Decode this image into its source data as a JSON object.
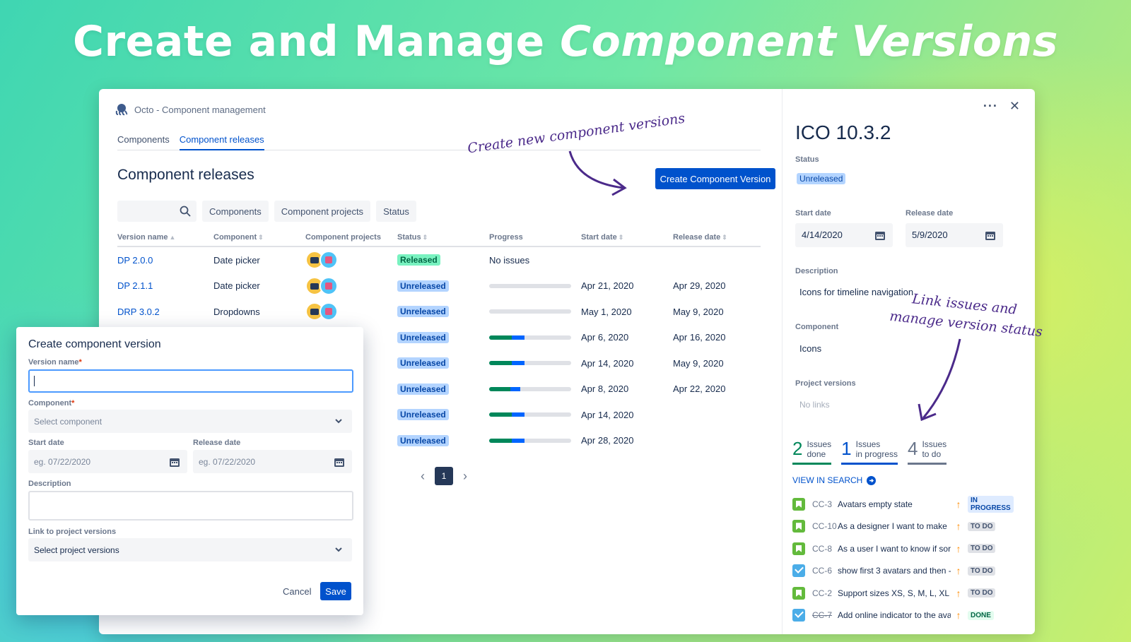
{
  "hero": {
    "title_plain": "Create and Manage ",
    "title_emph": "Component Versions"
  },
  "app": {
    "title": "Octo - Component management",
    "tabs": [
      {
        "label": "Components"
      },
      {
        "label": "Component releases"
      }
    ],
    "page_title": "Component releases",
    "create_button": "Create Component Version",
    "filters": [
      "Components",
      "Component projects",
      "Status"
    ],
    "columns": [
      "Version name",
      "Component",
      "Component projects",
      "Status",
      "Progress",
      "Start date",
      "Release date"
    ],
    "rows": [
      {
        "version": "DP 2.0.0",
        "component": "Date picker",
        "status": "Released",
        "progress_text": "No issues",
        "progress": null,
        "start": "",
        "release": ""
      },
      {
        "version": "DP 2.1.1",
        "component": "Date picker",
        "status": "Unreleased",
        "progress_text": "",
        "progress": {
          "done": 0,
          "inprogress": 0
        },
        "start": "Apr 21, 2020",
        "release": "Apr 29, 2020"
      },
      {
        "version": "DRP 3.0.2",
        "component": "Dropdowns",
        "status": "Unreleased",
        "progress_text": "",
        "progress": {
          "done": 0,
          "inprogress": 0
        },
        "start": "May 1, 2020",
        "release": "May 9, 2020"
      },
      {
        "version": "",
        "component": "",
        "status": "Unreleased",
        "progress_text": "",
        "progress": {
          "done": 0.28,
          "inprogress": 0.15
        },
        "start": "Apr 6, 2020",
        "release": "Apr 16, 2020"
      },
      {
        "version": "",
        "component": "",
        "status": "Unreleased",
        "progress_text": "",
        "progress": {
          "done": 0.28,
          "inprogress": 0.15
        },
        "start": "Apr 14, 2020",
        "release": "May 9, 2020"
      },
      {
        "version": "",
        "component": "",
        "status": "Unreleased",
        "progress_text": "",
        "progress": {
          "done": 0.26,
          "inprogress": 0.12
        },
        "start": "Apr 8, 2020",
        "release": "Apr 22, 2020"
      },
      {
        "version": "",
        "component": "",
        "status": "Unreleased",
        "progress_text": "",
        "progress": {
          "done": 0.28,
          "inprogress": 0.15
        },
        "start": "Apr 14, 2020",
        "release": ""
      },
      {
        "version": "",
        "component": "",
        "status": "Unreleased",
        "progress_text": "",
        "progress": {
          "done": 0.28,
          "inprogress": 0.15
        },
        "start": "Apr 28, 2020",
        "release": ""
      }
    ],
    "pagination": {
      "current": "1",
      "prev": "‹",
      "next": "›"
    }
  },
  "side": {
    "title": "ICO 10.3.2",
    "status_label": "Status",
    "status": "Unreleased",
    "start_label": "Start date",
    "start": "4/14/2020",
    "release_label": "Release date",
    "release": "5/9/2020",
    "description_label": "Description",
    "description": "Icons for timeline navigation",
    "component_label": "Component",
    "component": "Icons",
    "project_versions_label": "Project versions",
    "project_versions": "No links",
    "stats": [
      {
        "num": "2",
        "line1": "Issues",
        "line2": "done"
      },
      {
        "num": "1",
        "line1": "Issues",
        "line2": "in progress"
      },
      {
        "num": "4",
        "line1": "Issues",
        "line2": "to do"
      }
    ],
    "view_in_search": "VIEW IN SEARCH",
    "issues": [
      {
        "type": "story",
        "key": "CC-3",
        "summary": "Avatars empty state",
        "status": "IN PROGRESS",
        "status_kind": "prog"
      },
      {
        "type": "story",
        "key": "CC-10",
        "summary": "As a designer I want to make",
        "status": "TO DO",
        "status_kind": "todo"
      },
      {
        "type": "story",
        "key": "CC-8",
        "summary": "As a user I want to know if sor",
        "status": "TO DO",
        "status_kind": "todo"
      },
      {
        "type": "task",
        "key": "CC-6",
        "summary": "show first 3 avatars and then -",
        "status": "TO DO",
        "status_kind": "todo"
      },
      {
        "type": "story",
        "key": "CC-2",
        "summary": "Support sizes XS, S, M, L, XL",
        "status": "TO DO",
        "status_kind": "todo"
      },
      {
        "type": "task",
        "key": "CC-7",
        "summary": "Add online indicator to the ava",
        "status": "DONE",
        "status_kind": "done"
      }
    ]
  },
  "modal": {
    "title": "Create component version",
    "version_label": "Version name",
    "component_label": "Component",
    "component_placeholder": "Select component",
    "start_label": "Start date",
    "start_placeholder": "eg. 07/22/2020",
    "release_label": "Release date",
    "release_placeholder": "eg. 07/22/2020",
    "description_label": "Description",
    "link_label": "Link to project versions",
    "link_placeholder": "Select project versions",
    "cancel": "Cancel",
    "save": "Save"
  },
  "annotations": {
    "create": "Create new component versions",
    "link_line1": "Link issues and",
    "link_line2": "manage version status"
  },
  "colors": {
    "primary": "#0052cc",
    "released_bg": "#79f2c0",
    "unreleased_bg": "#b3d4ff",
    "annotation": "#4b2a8a"
  }
}
